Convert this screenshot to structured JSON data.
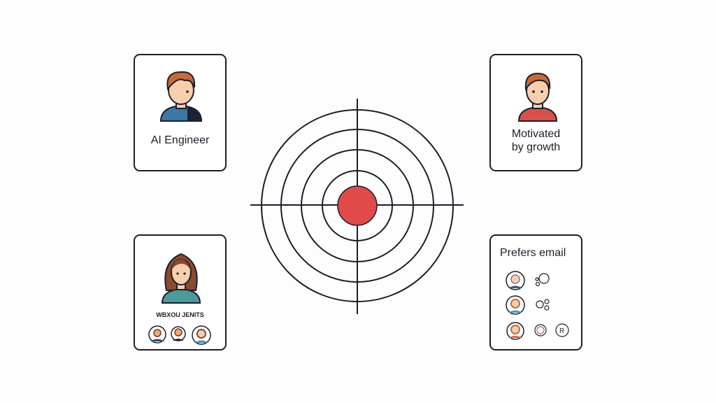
{
  "cards": [
    {
      "id": "top-left",
      "label": "AI Engineer",
      "avatar": "male-engineer-avatar",
      "shirt_color": "#3b78a6",
      "shirt_dark": "#1b2435",
      "hair_color": "#c86a33"
    },
    {
      "id": "top-right",
      "label_line1": "Motivated",
      "label_line2": "by growth",
      "avatar": "male-growth-avatar",
      "shirt_color": "#d9504a",
      "hair_color": "#c86a33"
    },
    {
      "id": "bottom-left",
      "label": "WBXOU JENITS",
      "avatar": "female-avatar",
      "shirt_color": "#4a9b9a",
      "hair_color": "#8b4a2e",
      "small_avatars": [
        "avatar-1",
        "avatar-2",
        "avatar-3"
      ]
    },
    {
      "id": "bottom-right",
      "label": "Prefers email",
      "rows": [
        [
          "avatar-bearded",
          "bubble-icon"
        ],
        [
          "avatar-redhair",
          "circles-icon"
        ],
        [
          "avatar-woman",
          "email-badge-icon",
          "r-badge-icon"
        ]
      ]
    }
  ],
  "target": {
    "rings": 4,
    "bullseye_color": "#e04b4a",
    "line_color": "#1c1f2a"
  }
}
